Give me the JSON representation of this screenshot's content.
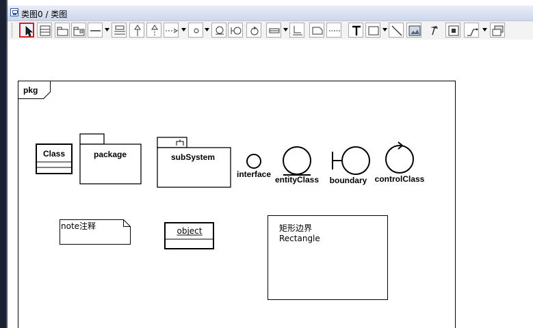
{
  "window": {
    "title": "类图0 / 类图"
  },
  "toolbar": {
    "buttons": [
      {
        "name": "select-tool",
        "icon": "arrow-pointer-icon",
        "selected": true
      },
      {
        "name": "class-tool",
        "icon": "class-icon"
      },
      {
        "name": "package-tool",
        "icon": "package-icon"
      },
      {
        "name": "subsystem-tool",
        "icon": "subsystem-icon"
      },
      {
        "name": "association-tool",
        "icon": "association-line-icon",
        "dropdown": true
      },
      {
        "name": "association-class-tool",
        "icon": "association-class-icon"
      },
      {
        "name": "generalization-tool",
        "icon": "generalization-icon"
      },
      {
        "name": "realization-tool",
        "icon": "realization-icon"
      },
      {
        "name": "dependency-tool",
        "icon": "dependency-icon",
        "dropdown": true
      },
      {
        "name": "interface-tool",
        "icon": "interface-icon",
        "dropdown": true
      },
      {
        "name": "entity-class-tool",
        "icon": "entity-class-icon"
      },
      {
        "name": "boundary-tool",
        "icon": "boundary-icon"
      },
      {
        "name": "control-class-tool",
        "icon": "control-class-icon"
      },
      {
        "name": "object-tool",
        "icon": "object-icon",
        "dropdown": true
      },
      {
        "name": "note-link-tool",
        "icon": "note-link-icon"
      },
      {
        "name": "note-tool",
        "icon": "note-icon"
      },
      {
        "name": "dashed-line-tool",
        "icon": "dashed-line-icon"
      },
      {
        "name": "text-tool",
        "icon": "text-icon",
        "glyph": "T"
      },
      {
        "name": "rectangle-tool",
        "icon": "rectangle-icon",
        "dropdown": true
      },
      {
        "name": "line-tool",
        "icon": "line-icon"
      },
      {
        "name": "image-tool",
        "icon": "image-icon"
      },
      {
        "name": "pin-tool",
        "icon": "pin-icon"
      },
      {
        "name": "frame-tool",
        "icon": "frame-icon"
      },
      {
        "name": "line-style-tool",
        "icon": "line-style-icon",
        "dropdown": true
      },
      {
        "name": "layer-tool",
        "icon": "layer-icon"
      }
    ]
  },
  "diagram": {
    "frame_label": "pkg",
    "elements": {
      "class": {
        "name": "Class"
      },
      "package": {
        "name": "package"
      },
      "subsystem": {
        "name": "subSystem"
      },
      "interface": {
        "name": "interface"
      },
      "entity_class": {
        "name": "entityClass"
      },
      "boundary": {
        "name": "boundary"
      },
      "control_class": {
        "name": "controlClass"
      },
      "note": {
        "text": "note注释"
      },
      "object": {
        "name": "object"
      },
      "rectangle": {
        "line1": "矩形边界",
        "line2": "Rectangle"
      }
    }
  }
}
